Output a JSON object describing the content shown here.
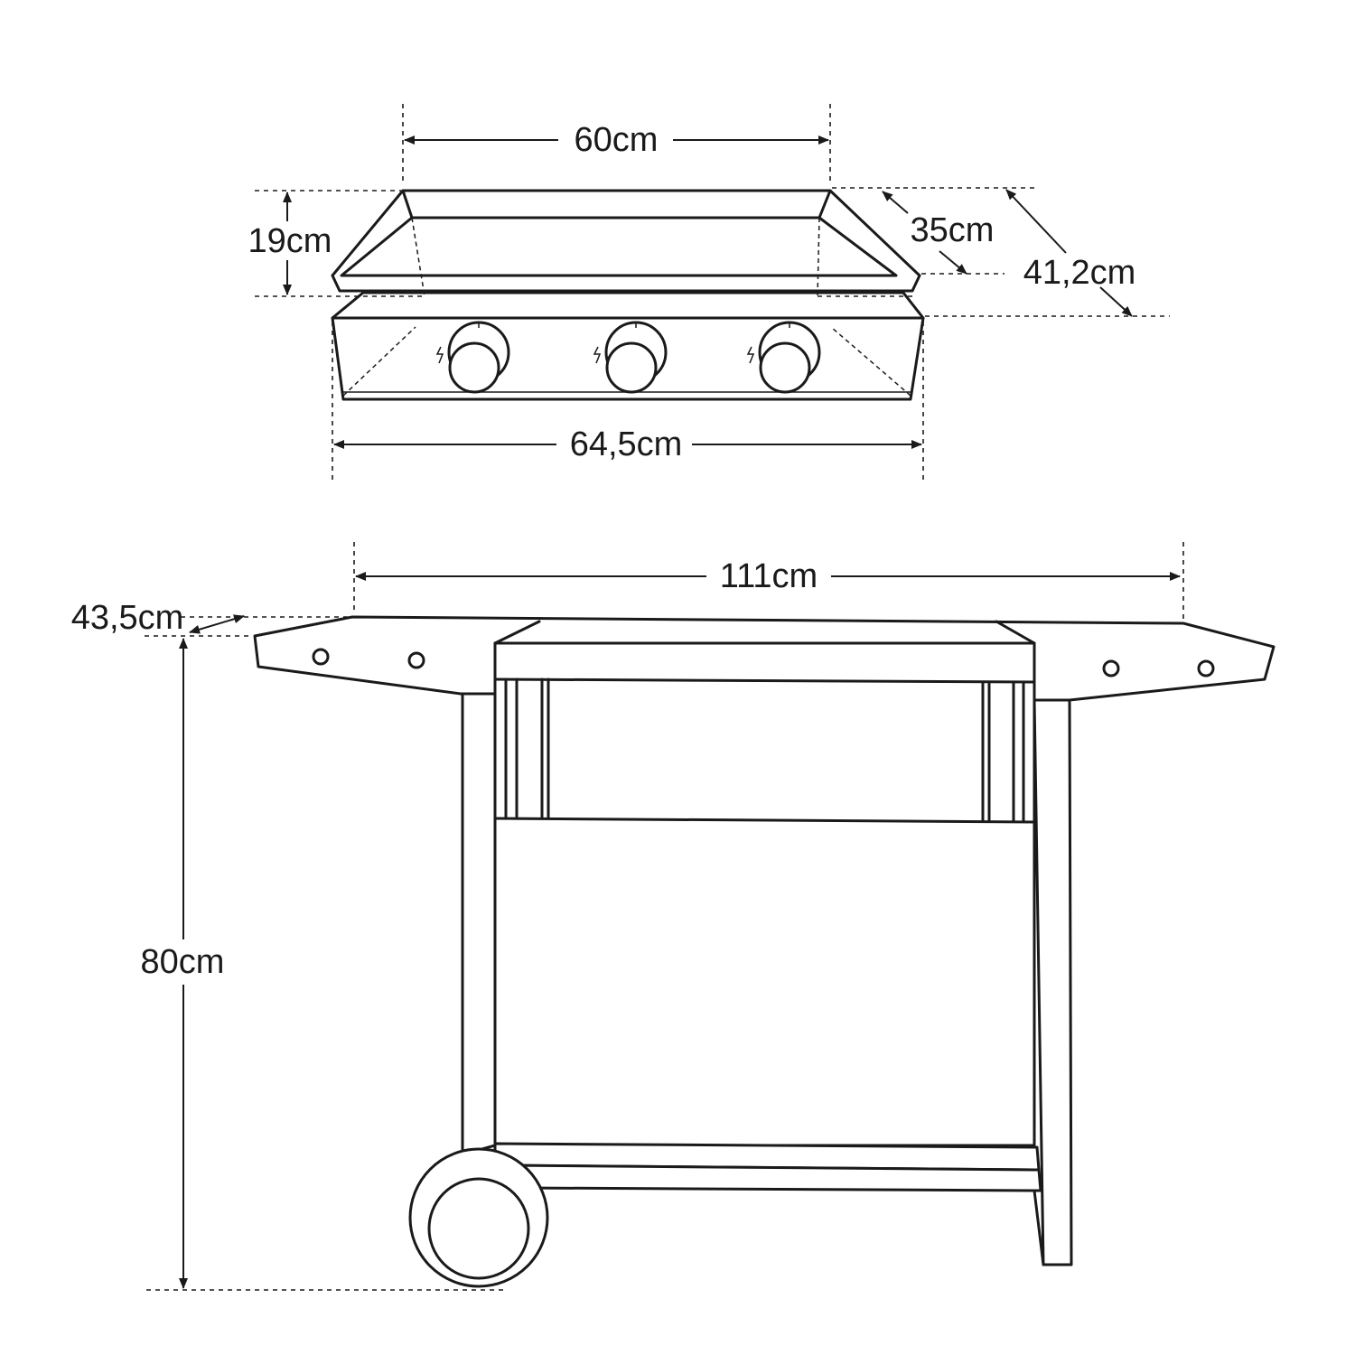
{
  "dimensions": {
    "griddle_width": "60cm",
    "griddle_height": "19cm",
    "griddle_depth": "35cm",
    "base_depth": "41,2cm",
    "base_width": "64,5cm",
    "cart_width": "111cm",
    "cart_depth": "43,5cm",
    "cart_height": "80cm"
  }
}
